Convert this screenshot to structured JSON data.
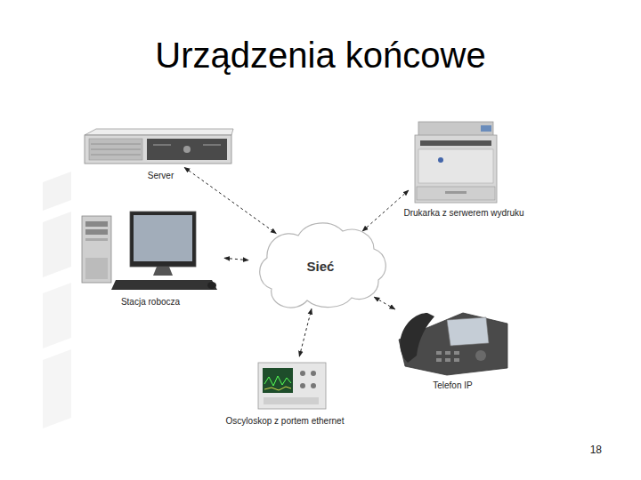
{
  "diagram": {
    "title": "Urządzenia końcowe",
    "nodes": [
      {
        "text": [
          "Server"
        ]
      },
      {
        "text": [
          "Drukarka z serwerem wydruku"
        ]
      },
      {
        "text": [
          "Stacja robocza"
        ]
      },
      {
        "text": [
          "Sieć"
        ]
      },
      {
        "text": [
          "Telefon IP"
        ]
      },
      {
        "text": [
          "Oscyloskop z portem ethernet"
        ]
      }
    ],
    "edges": [
      {
        "from": 0,
        "to": 3,
        "arrow": "both"
      },
      {
        "from": 1,
        "to": 3,
        "arrow": "both"
      },
      {
        "from": 2,
        "to": 3,
        "arrow": "both"
      },
      {
        "from": 4,
        "to": 3,
        "arrow": "both"
      },
      {
        "from": 5,
        "to": 3,
        "arrow": "both"
      }
    ],
    "labels": [
      "18"
    ]
  }
}
